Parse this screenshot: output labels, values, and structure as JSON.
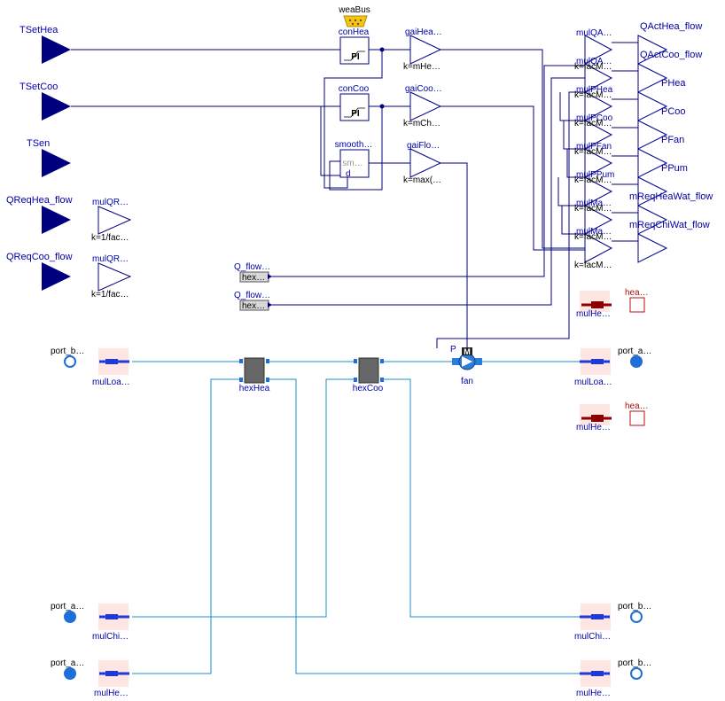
{
  "inputs": {
    "tsethea": "TSetHea",
    "tsetcoo": "TSetCoo",
    "tsen": "TSen",
    "qreqhea": "QReqHea_flow",
    "qreqcoo": "QReqCoo_flow"
  },
  "controllers": {
    "weabus": "weaBus",
    "conhea": "conHea",
    "concoo": "conCoo",
    "pi": "PI",
    "smooth": "smooth…",
    "smooth_inner": "sm…",
    "smooth_d": "d"
  },
  "gains": {
    "gaihea": "gaiHea…",
    "gaihea_k": "k=mHe…",
    "gaicoo": "gaiCoo…",
    "gaicoo_k": "k=mCh…",
    "gaiflo": "gaiFlo…",
    "gaiflo_k": "k=max(…",
    "mulqr1": "mulQR…",
    "mulqr1_k": "k=1/fac…",
    "mulqr2": "mulQR…",
    "mulqr2_k": "k=1/fac…"
  },
  "right_gains": {
    "names": [
      "mulQA…",
      "mulPHea",
      "mulPCoo",
      "mulPFan",
      "mulPPum",
      "mulMa…",
      "mulMa…"
    ],
    "ks": [
      "k=facM…",
      "k=facM…",
      "k=facM…",
      "k=facM…",
      "k=facM…",
      "k=facM…",
      "k=facM…",
      "k=facM…"
    ]
  },
  "outputs": [
    "QActHea_flow",
    "QActCoo_flow",
    "PHea",
    "PCoo",
    "PFan",
    "PPum",
    "mReqHeaWat_flow",
    "mReqChiWat_flow"
  ],
  "qflow": {
    "l1": "Q_flow…",
    "h1": "hex…",
    "l2": "Q_flow…",
    "h2": "hex…"
  },
  "heat_ports": {
    "p1": "hea…",
    "m1": "mulHe…",
    "p2": "hea…",
    "m2": "mulHe…"
  },
  "fluid": {
    "port_b_top": "port_b…",
    "mulload_left": "mulLoa…",
    "hexhea": "hexHea",
    "hexcoo": "hexCoo",
    "fan": "fan",
    "fan_p": "P",
    "fan_m": "M",
    "port_a_top": "port_a…",
    "mulload_right": "mulLoa…",
    "port_a_left1": "port_a…",
    "mulchi_left": "mulChi…",
    "port_a_left2": "port_a…",
    "mulhe_left": "mulHe…",
    "port_b_right1": "port_b…",
    "mulchi_right": "mulChi…",
    "port_b_right2": "port_b…",
    "mulhe_right": "mulHe…"
  }
}
